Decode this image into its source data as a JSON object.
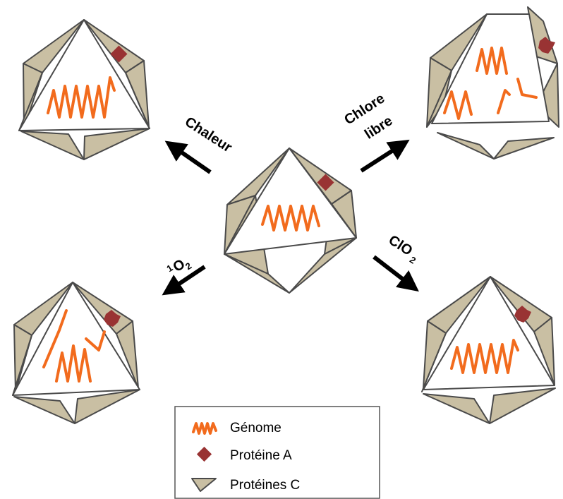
{
  "colors": {
    "capsid": "#c9bfa3",
    "outline": "#4a4a4a",
    "genome": "#f26b1d",
    "protein_a": "#993333",
    "background": "#ffffff"
  },
  "treatments": {
    "heat": "Chaleur",
    "free_chlorine_line1": "Chlore",
    "free_chlorine_line2": "libre",
    "singlet_oxygen_prefix": "1",
    "singlet_oxygen_base": "O",
    "singlet_oxygen_sub": "2",
    "chlorine_dioxide_base": "ClO",
    "chlorine_dioxide_sub": "2"
  },
  "legend": {
    "genome": "Génome",
    "protein_a": "Protéine A",
    "proteins_c": "Protéines C"
  },
  "icons": {
    "genome": "orange-zigzag-line",
    "protein_a": "red-diamond",
    "proteins_c": "beige-triangle-face",
    "arrow": "black-arrow"
  }
}
